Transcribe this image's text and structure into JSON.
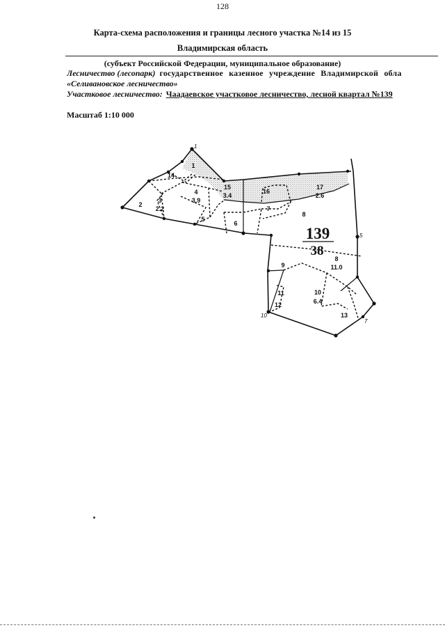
{
  "page_number": "128",
  "title": "Карта-схема расположения и границы лесного участка №14 из 15",
  "region": "Владимирская область",
  "subject_caption": "(субъект Российской Федерации, муниципальное образование)",
  "forestry": {
    "label": "Лесничество (лесопарк)",
    "value": "государственное казенное учреждение Владимирской обла",
    "value_line2": "«Селивановское лесничество»"
  },
  "district": {
    "label": "Участковое лесничество:",
    "value": "Чаадаевское участковое лесничество, лесной квартал №139"
  },
  "scale": "Масштаб 1:10 000",
  "map": {
    "quarter_number": "139",
    "quarter_area": "38",
    "points": [
      {
        "label": "1"
      },
      {
        "label": "5"
      },
      {
        "label": "7"
      },
      {
        "label": "10"
      }
    ],
    "parcels": [
      {
        "label": "1"
      },
      {
        "label": "14"
      },
      {
        "label": "2"
      },
      {
        "label": "3",
        "area": "2.2"
      },
      {
        "label": "4",
        "area": "3.9"
      },
      {
        "label": "5"
      },
      {
        "label": "6"
      },
      {
        "label": "7"
      },
      {
        "label": "15",
        "area": "3.4"
      },
      {
        "label": "16"
      },
      {
        "label": "17",
        "area": "2.6"
      },
      {
        "label": "8"
      },
      {
        "label": "8",
        "area": "11.0"
      },
      {
        "label": "9"
      },
      {
        "label": "10",
        "area": "6.4"
      },
      {
        "label": "11"
      },
      {
        "label": "12"
      },
      {
        "label": "13"
      }
    ]
  },
  "colors": {
    "ink": "#111111",
    "hatch": "#8a8a8a"
  }
}
